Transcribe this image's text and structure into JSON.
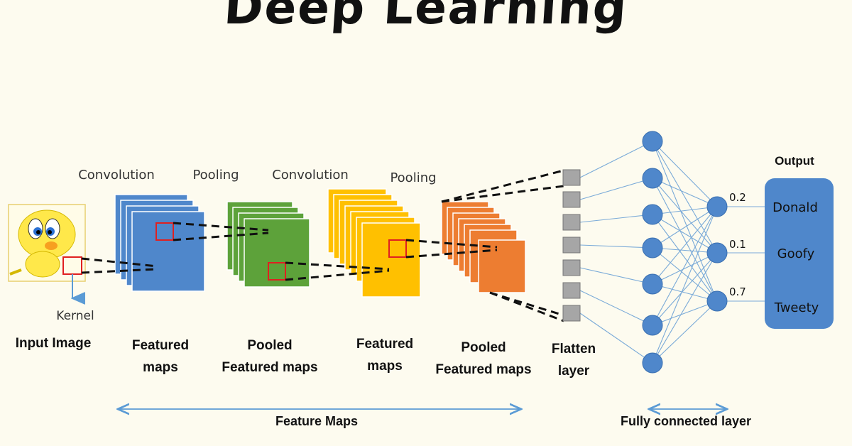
{
  "title": "Deep Learning",
  "top_labels": {
    "conv1": "Convolution",
    "pool1": "Pooling",
    "conv2": "Convolution",
    "pool2": "Pooling",
    "output": "Output"
  },
  "kernel_label": "Kernel",
  "bottom_labels": {
    "input_image": "Input Image",
    "featured_maps_1": [
      "Featured",
      "maps"
    ],
    "pooled_1": [
      "Pooled",
      "Featured maps"
    ],
    "featured_maps_2": [
      "Featured",
      "maps"
    ],
    "pooled_2": [
      "Pooled",
      "Featured maps"
    ],
    "flatten": [
      "Flatten",
      "layer"
    ]
  },
  "section_labels": {
    "feature_maps": "Feature Maps",
    "fully_connected": "Fully connected layer"
  },
  "outputs": [
    {
      "label": "Donald",
      "probability": "0.2"
    },
    {
      "label": "Goofy",
      "probability": "0.1"
    },
    {
      "label": "Tweety",
      "probability": "0.7"
    }
  ],
  "colors": {
    "conv1": "#4f87cb",
    "pool1": "#5da23a",
    "conv2": "#ffc000",
    "pool2": "#ed7d31",
    "flatten": "#a6a6a6",
    "node": "#4f87cb",
    "arrow": "#5b9bd5",
    "kernel": "#e02020"
  }
}
